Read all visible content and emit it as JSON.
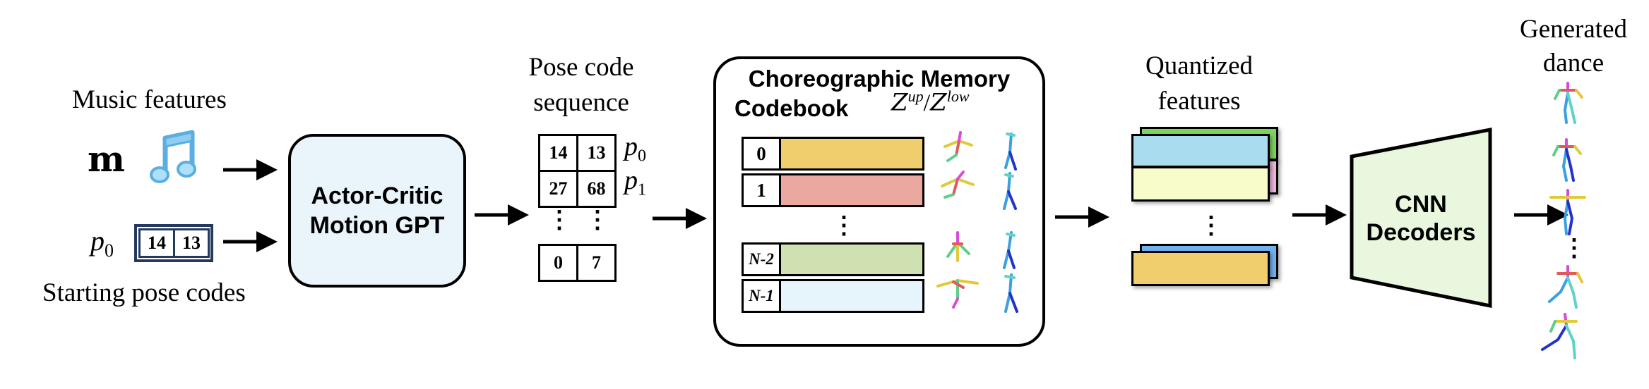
{
  "input": {
    "music_label": "Music features",
    "music_symbol": "m",
    "music_icon": "music-note-icon",
    "p0_symbol": "p",
    "p0_subscript": "0",
    "start_codes": [
      "14",
      "13"
    ],
    "starting_label": "Starting pose codes"
  },
  "gpt": {
    "line1": "Actor-Critic",
    "line2": "Motion GPT",
    "fill": "#eaf4fb"
  },
  "sequence": {
    "title_line1": "Pose code",
    "title_line2": "sequence",
    "rows": [
      [
        "14",
        "13"
      ],
      [
        "27",
        "68"
      ],
      [
        "0",
        "7"
      ]
    ],
    "row_labels": [
      {
        "symbol": "p",
        "subscript": "0"
      },
      {
        "symbol": "p",
        "subscript": "1"
      }
    ],
    "vdots": "⋮"
  },
  "codebook": {
    "title_line1": "Choreographic Memory",
    "title_line2": "Codebook",
    "z_symbol": "Z",
    "z_up": "up",
    "slash": "/",
    "z_low": "low",
    "entries": [
      {
        "index": "0",
        "color": "#f0ce6e"
      },
      {
        "index": "1",
        "color": "#eba8a0"
      },
      {
        "index": "N-2",
        "color": "#cfe1b1"
      },
      {
        "index": "N-1",
        "color": "#e6f4fc"
      }
    ],
    "vdots": "⋮"
  },
  "quantized": {
    "title_line1": "Quantized",
    "title_line2": "features",
    "top_colors": [
      "#7cd460",
      "#f0b7dd",
      "#a8dcee",
      "#f8fbca"
    ],
    "bottom_colors": [
      "#6fb2ee",
      "#f0ce6e"
    ],
    "vdots": "⋮"
  },
  "decoder": {
    "line1": "CNN",
    "line2": "Decoders",
    "fill": "#e9f7de"
  },
  "output": {
    "title_line1": "Generated",
    "title_line2": "dance",
    "vdots": "⋮"
  }
}
